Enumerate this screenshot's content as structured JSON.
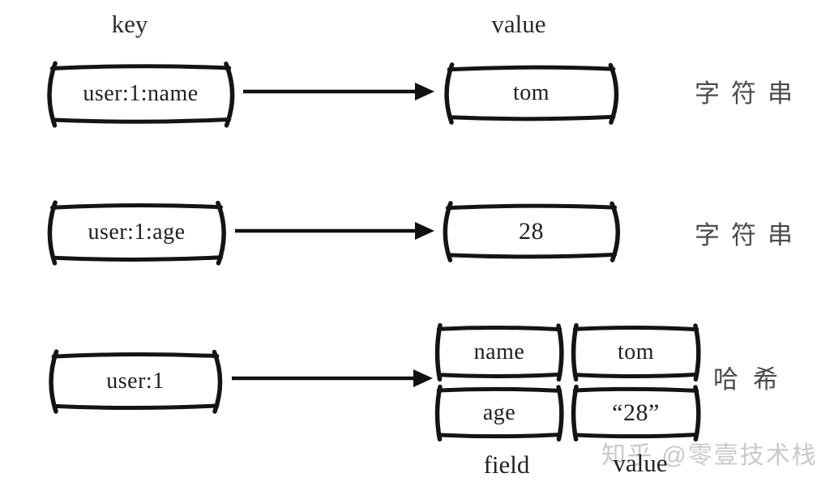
{
  "diagram": {
    "headers": {
      "key": "key",
      "value": "value"
    },
    "rows": [
      {
        "key": "user:1:name",
        "value": "tom",
        "type_label": "字符串"
      },
      {
        "key": "user:1:age",
        "value": "28",
        "type_label": "字符串"
      },
      {
        "key": "user:1",
        "type_label": "哈希",
        "hash": {
          "field_label": "field",
          "value_label": "value",
          "entries": [
            {
              "field": "name",
              "value": "tom"
            },
            {
              "field": "age",
              "value": "“28”"
            }
          ]
        }
      }
    ],
    "watermark": "知乎 @零壹技术栈",
    "colors": {
      "ink": "#141414",
      "type_label": "#4b4b4b",
      "watermark": "#c9c9c9",
      "background": "#ffffff"
    }
  }
}
